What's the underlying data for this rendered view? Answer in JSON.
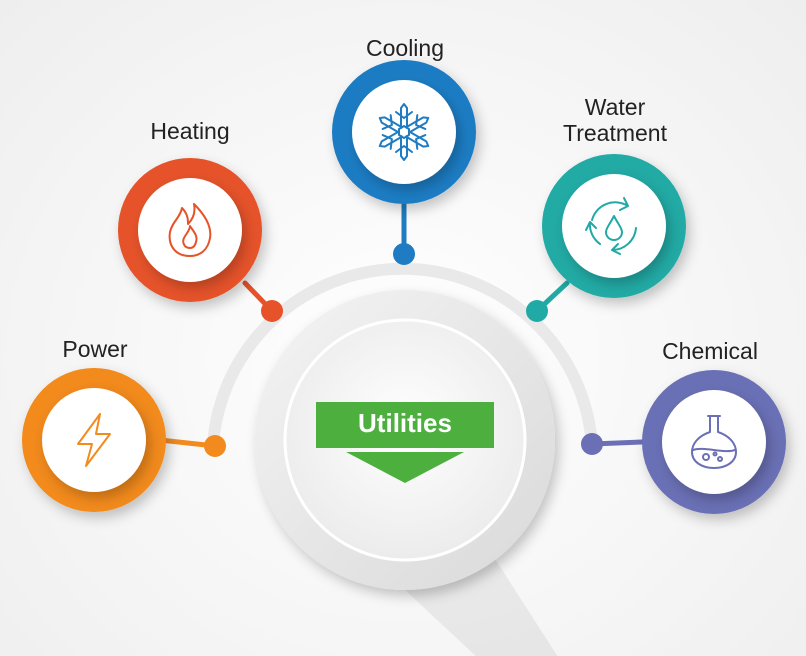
{
  "center": {
    "title": "Utilities",
    "banner_color": "#4caf3e"
  },
  "nodes": [
    {
      "id": "power",
      "label": "Power",
      "color": "#f28a1e",
      "icon": "lightning-icon"
    },
    {
      "id": "heating",
      "label": "Heating",
      "color": "#e6532a",
      "icon": "flame-icon"
    },
    {
      "id": "cooling",
      "label": "Cooling",
      "color": "#1f7cc3",
      "icon": "snowflake-icon"
    },
    {
      "id": "water",
      "label": "Water\nTreatment",
      "color": "#21aaa5",
      "icon": "water-recycle-icon"
    },
    {
      "id": "chemical",
      "label": "Chemical",
      "color": "#6b6fb5",
      "icon": "flask-icon"
    }
  ]
}
